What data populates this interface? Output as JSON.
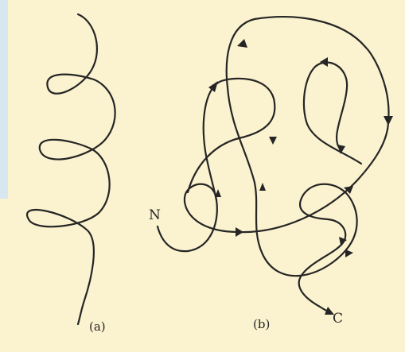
{
  "panels": [
    {
      "label": "(a)"
    },
    {
      "label": "(b)"
    }
  ],
  "chain_ends": {
    "start": "N",
    "end": "C"
  },
  "colors": {
    "background": "#fbf2cf",
    "ink": "#252525",
    "left_band": "#d7e6ef"
  }
}
